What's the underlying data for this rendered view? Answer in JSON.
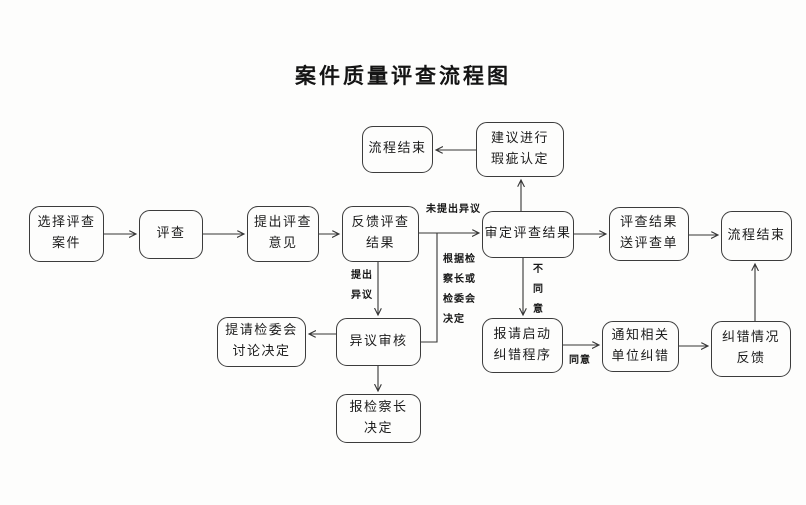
{
  "title": "案件质量评查流程图",
  "nodes": {
    "end_top": {
      "label": "流程结束"
    },
    "suggest_defect": {
      "label": "建议进行\n瑕疵认定"
    },
    "select_case": {
      "label": "选择评查\n案件"
    },
    "review": {
      "label": "评查"
    },
    "propose_opinion": {
      "label": "提出评查\n意见"
    },
    "feedback_result": {
      "label": "反馈评查\n结果"
    },
    "examine_result": {
      "label": "审定评查结果"
    },
    "send_form": {
      "label": "评查结果\n送评查单"
    },
    "end_right": {
      "label": "流程结束"
    },
    "committee_discuss": {
      "label": "提请检委会\n讨论决定"
    },
    "objection_review": {
      "label": "异议审核"
    },
    "prosecutor_decide": {
      "label": "报检察长\n决定"
    },
    "start_correction": {
      "label": "报请启动\n纠错程序"
    },
    "notify_units": {
      "label": "通知相关\n单位纠错"
    },
    "correction_feedback": {
      "label": "纠错情况\n反馈"
    }
  },
  "edge_labels": {
    "no_objection": "未提出异议",
    "raise_objection": "提出\n异议",
    "per_decision": "根据检\n察长或\n检委会\n决定",
    "disagree": "不\n同\n意",
    "agree": "同意"
  },
  "colors": {
    "ink": "#1c1c1c",
    "box_border": "#3c3c3c",
    "background": "#fdfdfc"
  }
}
